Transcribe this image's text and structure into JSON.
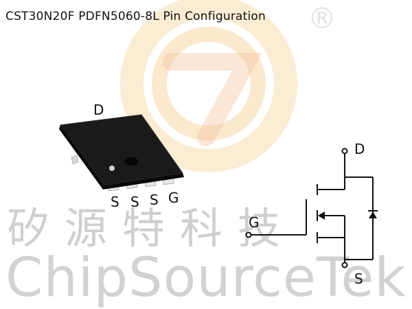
{
  "title": "CST30N20F PDFN5060-8L Pin Configuration",
  "watermark": {
    "chinese_text": "矽源特科技",
    "english_text": "ChipSourceTek",
    "registered_mark": "®",
    "logo_colors": [
      "#f6c86c",
      "#f7d9b8",
      "#f1b58f"
    ]
  },
  "package": {
    "top_label": "D",
    "pin_labels": [
      "S",
      "S",
      "S",
      "G"
    ],
    "body_color": "#151515"
  },
  "schematic": {
    "drain_label": "D",
    "gate_label": "G",
    "source_label": "S",
    "line_color": "#111111"
  }
}
